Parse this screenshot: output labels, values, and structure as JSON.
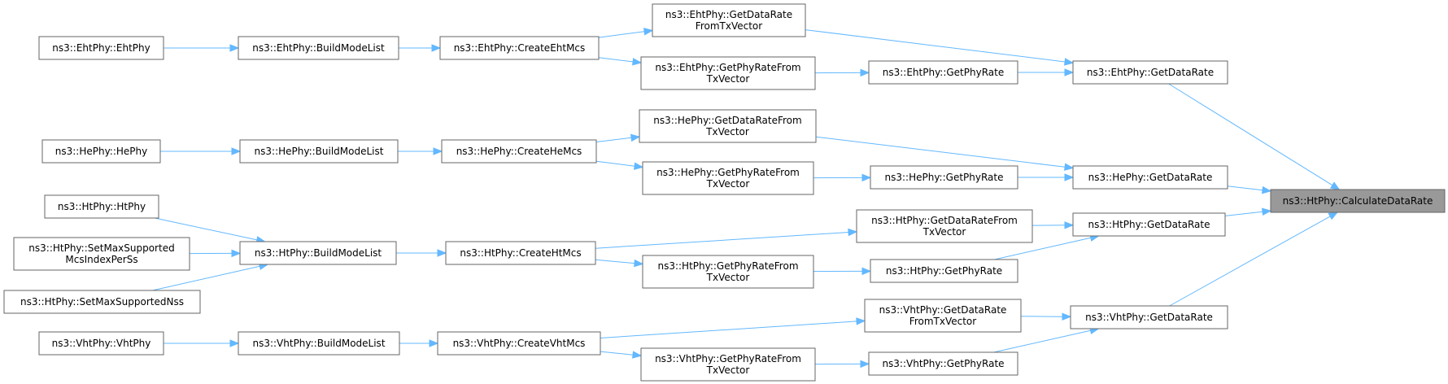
{
  "diagram": {
    "type": "call-graph",
    "nodes": [
      {
        "id": "calc",
        "lines": [
          "ns3::HtPhy::CalculateDataRate"
        ],
        "highlight": true
      },
      {
        "id": "eht_gdr",
        "lines": [
          "ns3::EhtPhy::GetDataRate"
        ]
      },
      {
        "id": "he_gdr",
        "lines": [
          "ns3::HePhy::GetDataRate"
        ]
      },
      {
        "id": "ht_gdr",
        "lines": [
          "ns3::HtPhy::GetDataRate"
        ]
      },
      {
        "id": "vht_gdr",
        "lines": [
          "ns3::VhtPhy::GetDataRate"
        ]
      },
      {
        "id": "eht_gdrtx",
        "lines": [
          "ns3::EhtPhy::GetDataRate",
          "FromTxVector"
        ]
      },
      {
        "id": "eht_gpr",
        "lines": [
          "ns3::EhtPhy::GetPhyRate"
        ]
      },
      {
        "id": "eht_gprtx",
        "lines": [
          "ns3::EhtPhy::GetPhyRateFrom",
          "TxVector"
        ]
      },
      {
        "id": "eht_cm",
        "lines": [
          "ns3::EhtPhy::CreateEhtMcs"
        ]
      },
      {
        "id": "eht_bml",
        "lines": [
          "ns3::EhtPhy::BuildModeList"
        ]
      },
      {
        "id": "eht_ctor",
        "lines": [
          "ns3::EhtPhy::EhtPhy"
        ]
      },
      {
        "id": "he_gdrtx",
        "lines": [
          "ns3::HePhy::GetDataRateFrom",
          "TxVector"
        ]
      },
      {
        "id": "he_gpr",
        "lines": [
          "ns3::HePhy::GetPhyRate"
        ]
      },
      {
        "id": "he_gprtx",
        "lines": [
          "ns3::HePhy::GetPhyRateFrom",
          "TxVector"
        ]
      },
      {
        "id": "he_cm",
        "lines": [
          "ns3::HePhy::CreateHeMcs"
        ]
      },
      {
        "id": "he_bml",
        "lines": [
          "ns3::HePhy::BuildModeList"
        ]
      },
      {
        "id": "he_ctor",
        "lines": [
          "ns3::HePhy::HePhy"
        ]
      },
      {
        "id": "ht_gdrtx",
        "lines": [
          "ns3::HtPhy::GetDataRateFrom",
          "TxVector"
        ]
      },
      {
        "id": "ht_gpr",
        "lines": [
          "ns3::HtPhy::GetPhyRate"
        ]
      },
      {
        "id": "ht_gprtx",
        "lines": [
          "ns3::HtPhy::GetPhyRateFrom",
          "TxVector"
        ]
      },
      {
        "id": "ht_cm",
        "lines": [
          "ns3::HtPhy::CreateHtMcs"
        ]
      },
      {
        "id": "ht_bml",
        "lines": [
          "ns3::HtPhy::BuildModeList"
        ]
      },
      {
        "id": "ht_ctor",
        "lines": [
          "ns3::HtPhy::HtPhy"
        ]
      },
      {
        "id": "ht_smsm",
        "lines": [
          "ns3::HtPhy::SetMaxSupported",
          "McsIndexPerSs"
        ]
      },
      {
        "id": "ht_smsn",
        "lines": [
          "ns3::HtPhy::SetMaxSupportedNss"
        ]
      },
      {
        "id": "vht_gdrtx",
        "lines": [
          "ns3::VhtPhy::GetDataRate",
          "FromTxVector"
        ]
      },
      {
        "id": "vht_gpr",
        "lines": [
          "ns3::VhtPhy::GetPhyRate"
        ]
      },
      {
        "id": "vht_gprtx",
        "lines": [
          "ns3::VhtPhy::GetPhyRateFrom",
          "TxVector"
        ]
      },
      {
        "id": "vht_cm",
        "lines": [
          "ns3::VhtPhy::CreateVhtMcs"
        ]
      },
      {
        "id": "vht_bml",
        "lines": [
          "ns3::VhtPhy::BuildModeList"
        ]
      },
      {
        "id": "vht_ctor",
        "lines": [
          "ns3::VhtPhy::VhtPhy"
        ]
      }
    ],
    "edges": [
      [
        "eht_gdr",
        "calc"
      ],
      [
        "he_gdr",
        "calc"
      ],
      [
        "ht_gdr",
        "calc"
      ],
      [
        "vht_gdr",
        "calc"
      ],
      [
        "eht_gdrtx",
        "eht_gdr"
      ],
      [
        "eht_gpr",
        "eht_gdr"
      ],
      [
        "eht_gprtx",
        "eht_gpr"
      ],
      [
        "eht_cm",
        "eht_gdrtx"
      ],
      [
        "eht_cm",
        "eht_gprtx"
      ],
      [
        "eht_bml",
        "eht_cm"
      ],
      [
        "eht_ctor",
        "eht_bml"
      ],
      [
        "he_gdrtx",
        "he_gdr"
      ],
      [
        "he_gpr",
        "he_gdr"
      ],
      [
        "he_gprtx",
        "he_gpr"
      ],
      [
        "he_cm",
        "he_gdrtx"
      ],
      [
        "he_cm",
        "he_gprtx"
      ],
      [
        "he_bml",
        "he_cm"
      ],
      [
        "he_ctor",
        "he_bml"
      ],
      [
        "ht_gdrtx",
        "ht_gdr"
      ],
      [
        "ht_gpr",
        "ht_gdr"
      ],
      [
        "ht_gprtx",
        "ht_gpr"
      ],
      [
        "ht_cm",
        "ht_gdrtx"
      ],
      [
        "ht_cm",
        "ht_gprtx"
      ],
      [
        "ht_bml",
        "ht_cm"
      ],
      [
        "ht_ctor",
        "ht_bml"
      ],
      [
        "ht_smsm",
        "ht_bml"
      ],
      [
        "ht_smsn",
        "ht_bml"
      ],
      [
        "vht_gdrtx",
        "vht_gdr"
      ],
      [
        "vht_gpr",
        "vht_gdr"
      ],
      [
        "vht_gprtx",
        "vht_gpr"
      ],
      [
        "vht_cm",
        "vht_gdrtx"
      ],
      [
        "vht_cm",
        "vht_gprtx"
      ],
      [
        "vht_bml",
        "vht_cm"
      ],
      [
        "vht_ctor",
        "vht_bml"
      ]
    ],
    "colors": {
      "edge": "#63b8ff",
      "node_border": "#666666",
      "node_fill": "#ffffff",
      "highlight_fill": "#999999"
    }
  }
}
